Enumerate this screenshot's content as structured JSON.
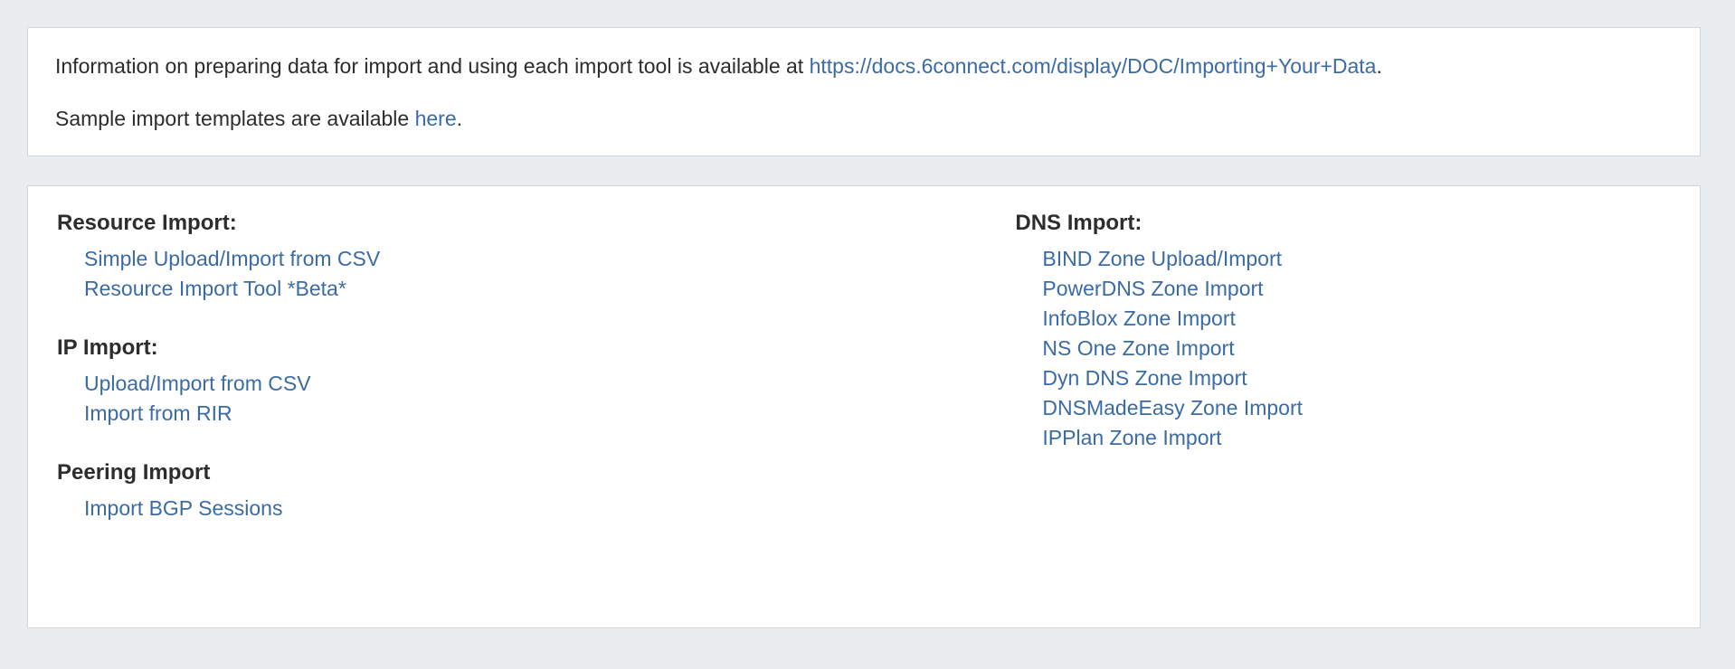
{
  "info_panel": {
    "line1": {
      "prefix": "Information on preparing data for import and using each import tool is available at ",
      "link_text": "https://docs.6connect.com/display/DOC/Importing+Your+Data",
      "suffix": "."
    },
    "line2": {
      "prefix": "Sample import templates are available ",
      "link_text": "here",
      "suffix": "."
    }
  },
  "tools_panel": {
    "left_groups": [
      {
        "title": "Resource Import:",
        "links": [
          "Simple Upload/Import from CSV",
          "Resource Import Tool *Beta*"
        ]
      },
      {
        "title": "IP Import:",
        "links": [
          "Upload/Import from CSV",
          "Import from RIR"
        ]
      },
      {
        "title": "Peering Import",
        "links": [
          "Import BGP Sessions"
        ]
      }
    ],
    "right_groups": [
      {
        "title": "DNS Import:",
        "links": [
          "BIND Zone Upload/Import",
          "PowerDNS Zone Import",
          "InfoBlox Zone Import",
          "NS One Zone Import",
          "Dyn DNS Zone Import",
          "DNSMadeEasy Zone Import",
          "IPPlan Zone Import"
        ]
      }
    ]
  },
  "colors": {
    "page_background": "#eaedf0",
    "panel_background": "#ffffff",
    "panel_border": "#d3d6d9",
    "link": "#3b6ba5",
    "body_text": "#2c2c2c",
    "heading_text": "#2d2d2d"
  }
}
